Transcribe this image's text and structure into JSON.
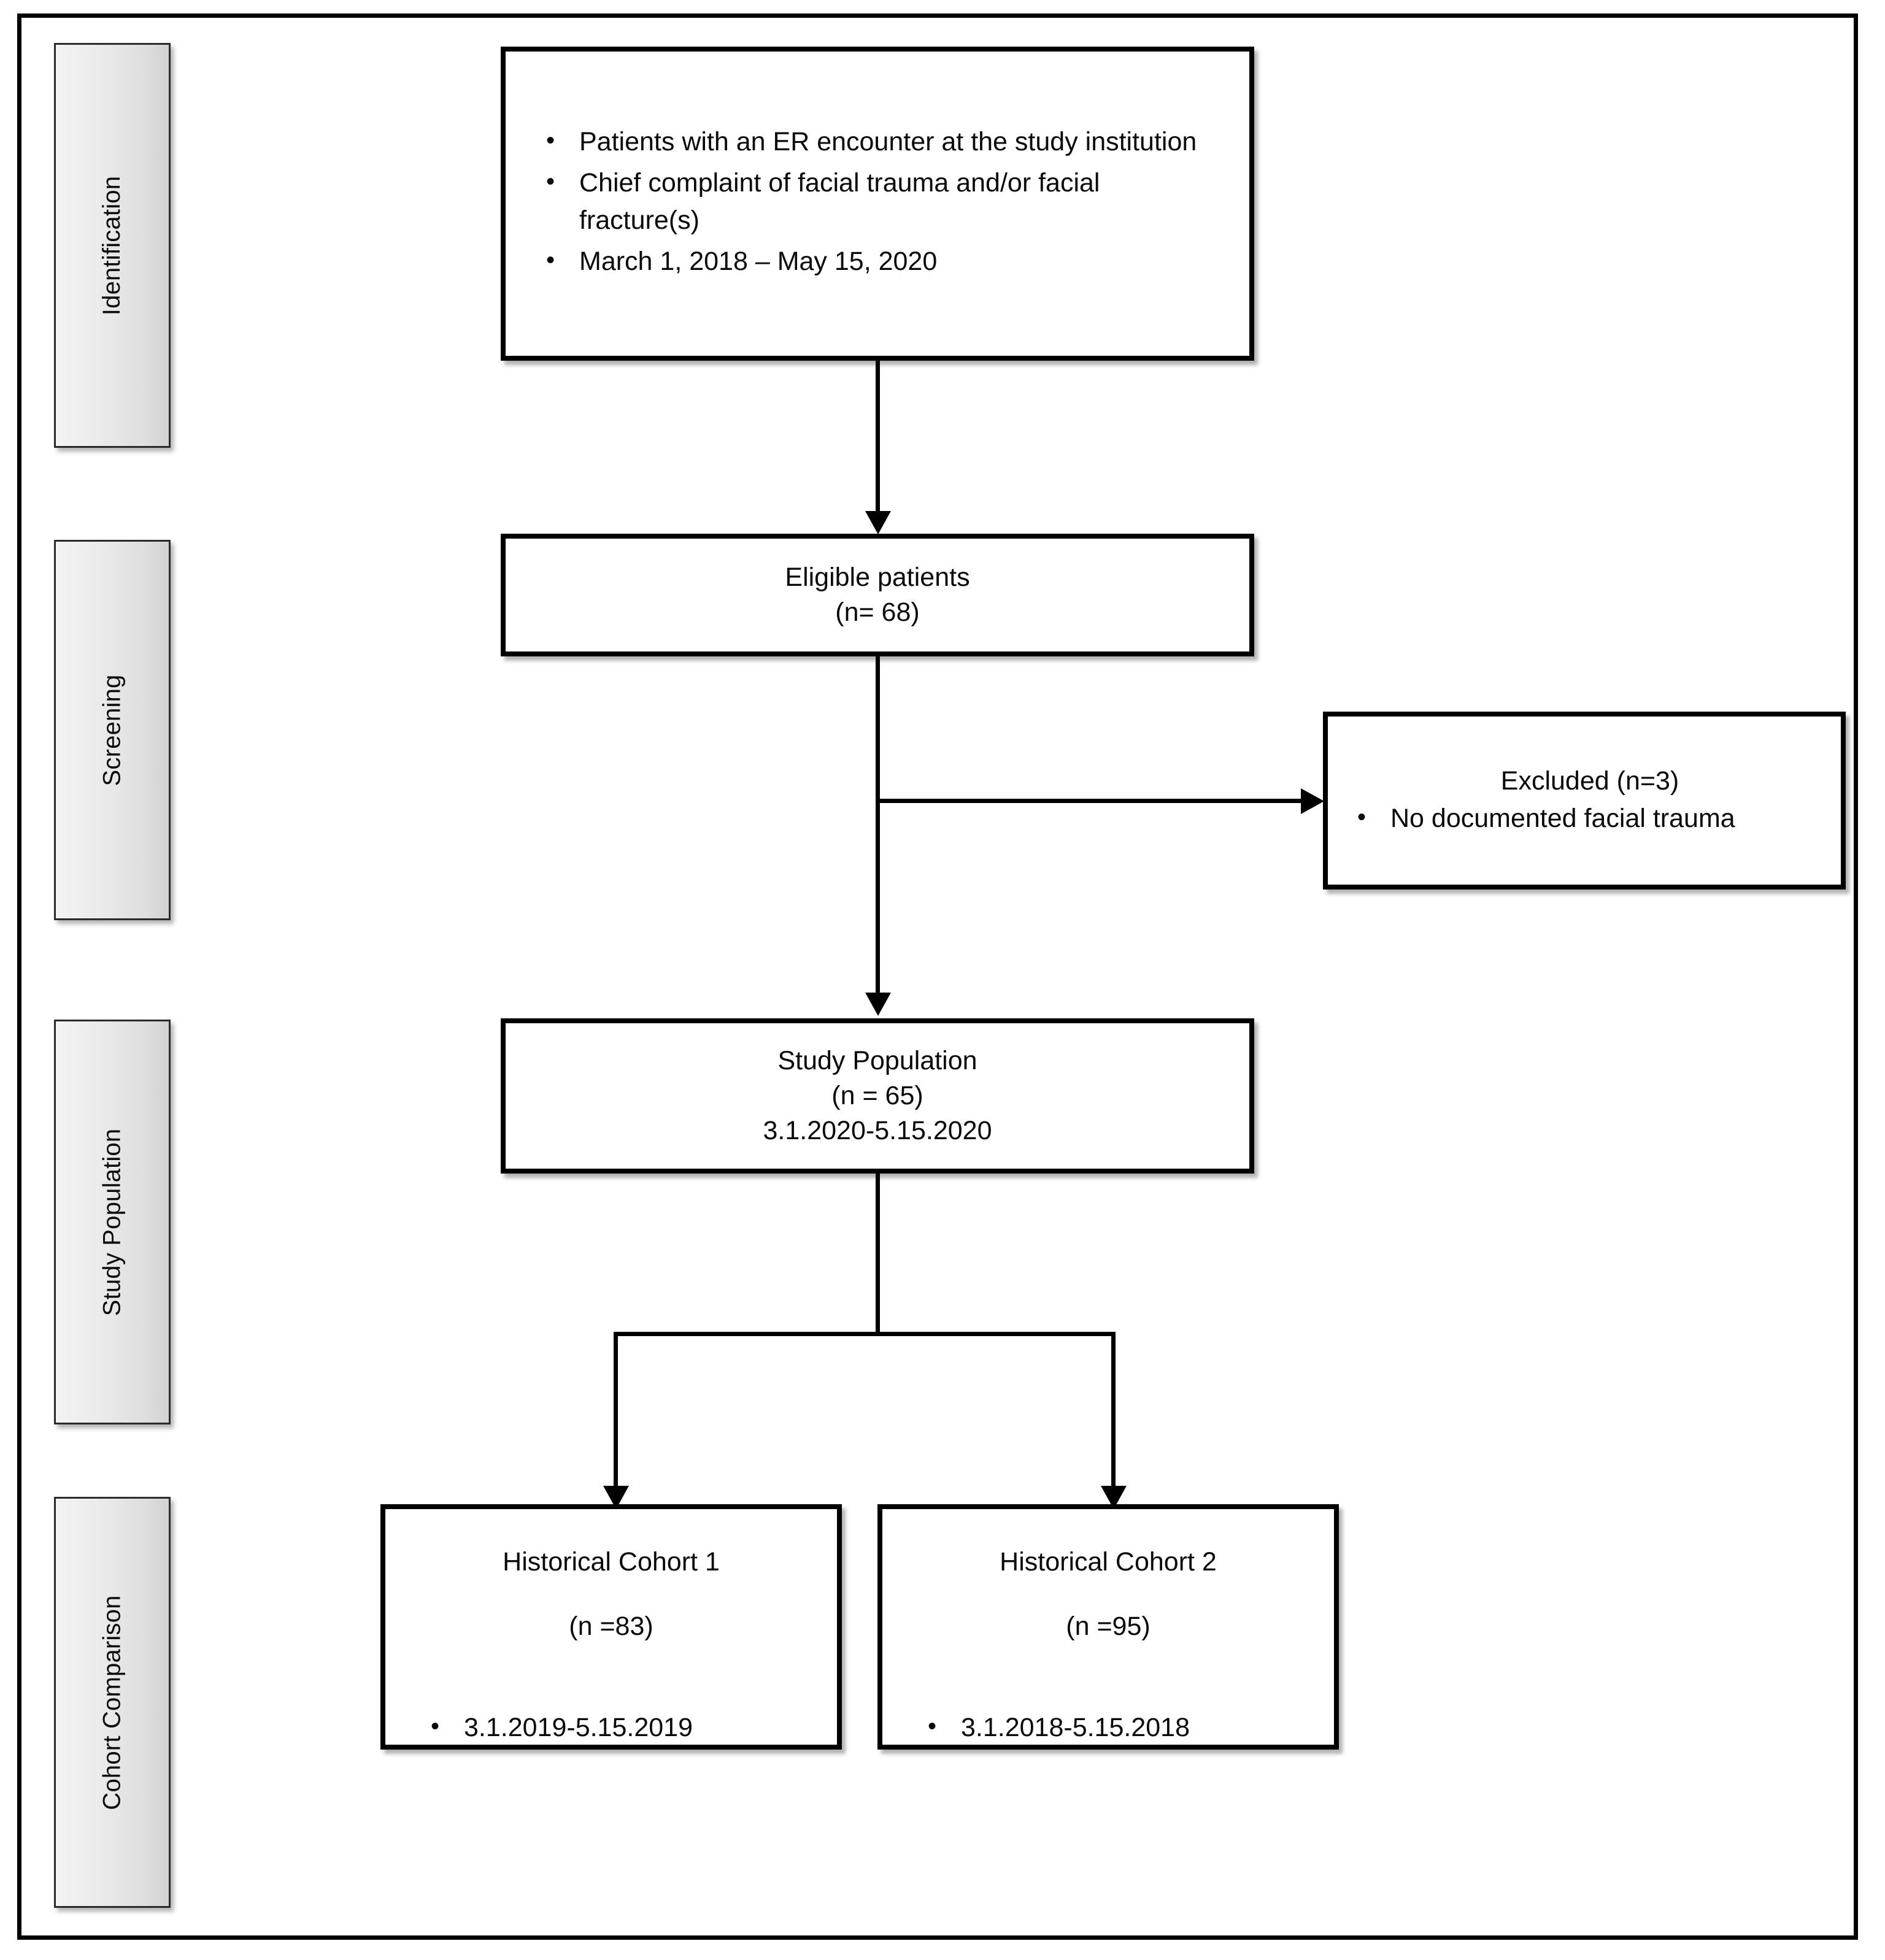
{
  "diagram": {
    "title": "Patient selection flow diagram",
    "stages": [
      {
        "id": "identification",
        "label": "Identification"
      },
      {
        "id": "screening",
        "label": "Screening"
      },
      {
        "id": "study-population",
        "label": "Study Population"
      },
      {
        "id": "cohort-comparison",
        "label": "Cohort Comparison"
      }
    ],
    "boxes": {
      "identification": {
        "bullets": [
          "Patients with an ER encounter at the study institution",
          "Chief complaint of facial trauma and/or facial fracture(s)",
          "March 1, 2018 – May 15, 2020"
        ]
      },
      "eligible": {
        "line1": "Eligible patients",
        "line2": "(n= 68)"
      },
      "excluded": {
        "line1": "Excluded (n=3)",
        "bullet1": "No documented facial trauma"
      },
      "study_population": {
        "line1": "Study Population",
        "line2": "(n =  65)",
        "line3": "3.1.2020-5.15.2020"
      },
      "cohort1": {
        "line1": "Historical Cohort 1",
        "line2": "(n =83)",
        "bullet1": "3.1.2019-5.15.2019"
      },
      "cohort2": {
        "line1": "Historical Cohort 2",
        "line2": "(n =95)",
        "bullet1": "3.1.2018-5.15.2018"
      }
    },
    "bullet_glyph": "•",
    "colors": {
      "line": "#000000",
      "box_border": "#000000",
      "box_fill": "#ffffff",
      "stage_fill_light": "#f3f3f3",
      "stage_fill_dark": "#d2d2d2",
      "stage_border": "#2b2b2b",
      "text": "#0a0a0a"
    }
  }
}
